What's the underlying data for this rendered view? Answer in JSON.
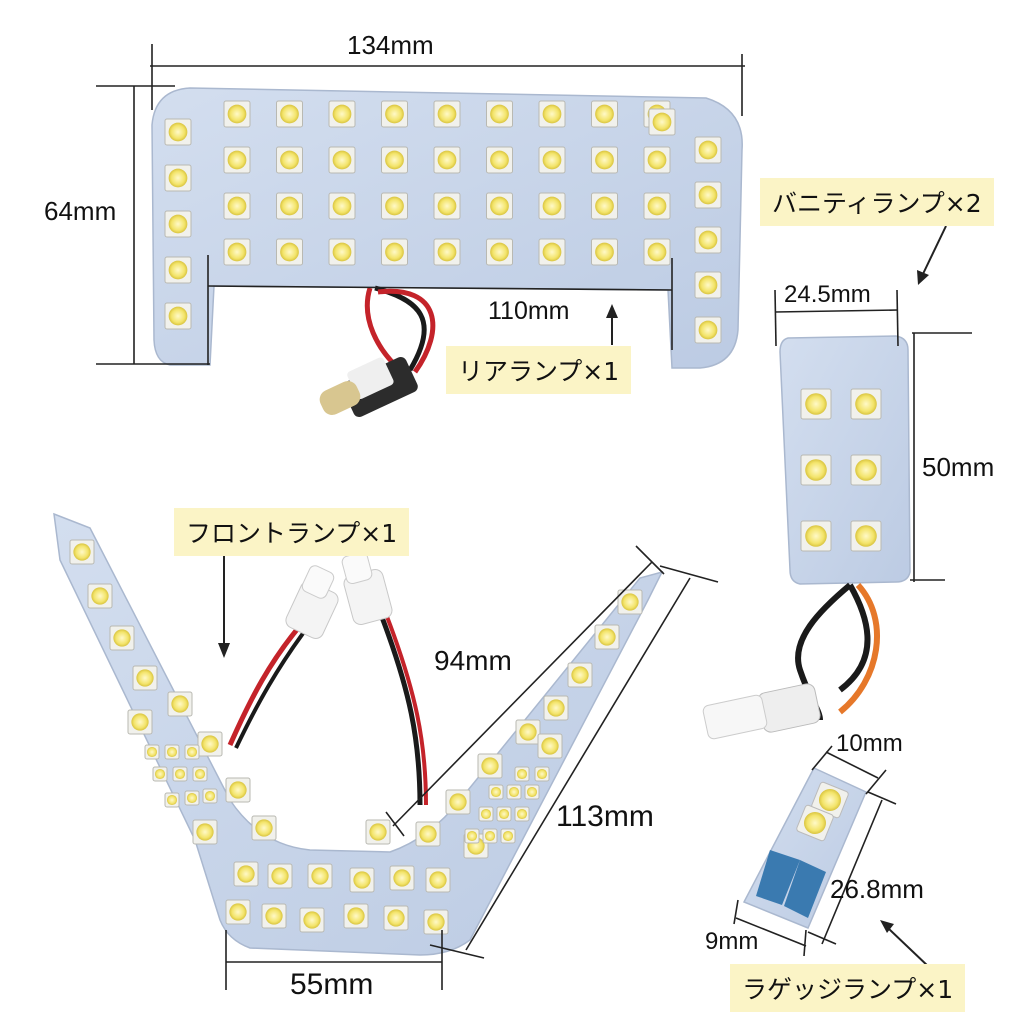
{
  "dimensions": {
    "rear_width": "134mm",
    "rear_height": "64mm",
    "rear_inner_width": "110mm",
    "vanity_width": "24.5mm",
    "vanity_height": "50mm",
    "front_arm": "94mm",
    "front_side": "113mm",
    "front_base": "55mm",
    "luggage_width": "10mm",
    "luggage_length": "26.8mm",
    "luggage_base": "9mm"
  },
  "callouts": {
    "rear_lamp": "リアランプ×1",
    "vanity_lamp": "バニティランプ×2",
    "front_lamp": "フロントランプ×1",
    "luggage_lamp": "ラゲッジランプ×1"
  },
  "colors": {
    "board": "#c9d6ea",
    "led_housing": "#f1f1ec",
    "led_emitter": "#f3e46a",
    "callout_bg": "#fbf4c6",
    "wire_red": "#c4232a",
    "wire_black": "#1a1a1a",
    "wire_orange": "#e6782a"
  }
}
